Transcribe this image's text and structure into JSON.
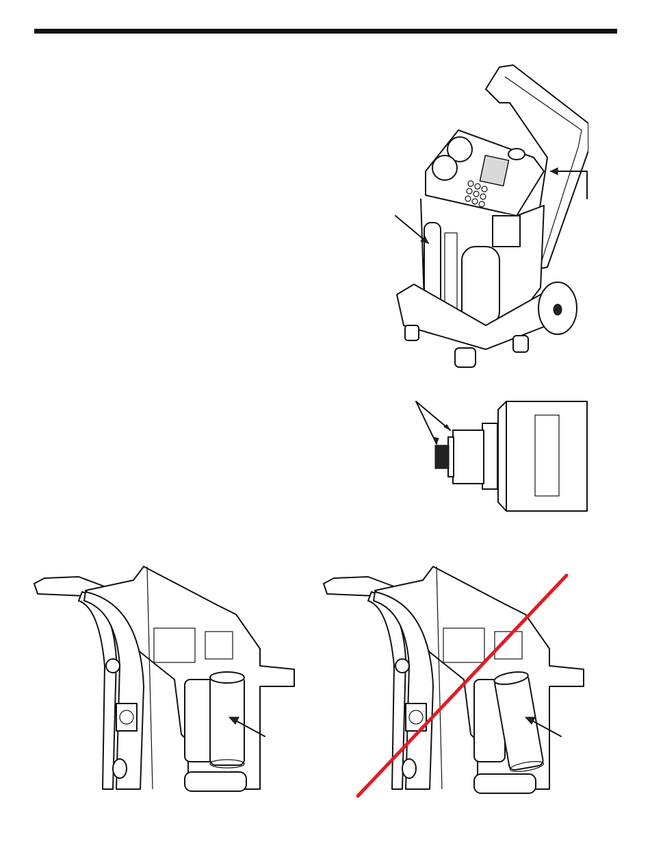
{
  "page": {
    "header_rule_color": "#111111",
    "callout_color": "#111111",
    "prohibition_color": "#e21b23"
  },
  "figures": {
    "machine_overview": {
      "icon": "ac-service-machine-illustration"
    },
    "filter_fitting": {
      "icon": "filter-end-fitting-illustration"
    },
    "filter_correct": {
      "icon": "filter-installed-vertical-illustration"
    },
    "filter_incorrect": {
      "icon": "filter-installed-tilted-illustration",
      "marker": "red-strike-line"
    }
  }
}
